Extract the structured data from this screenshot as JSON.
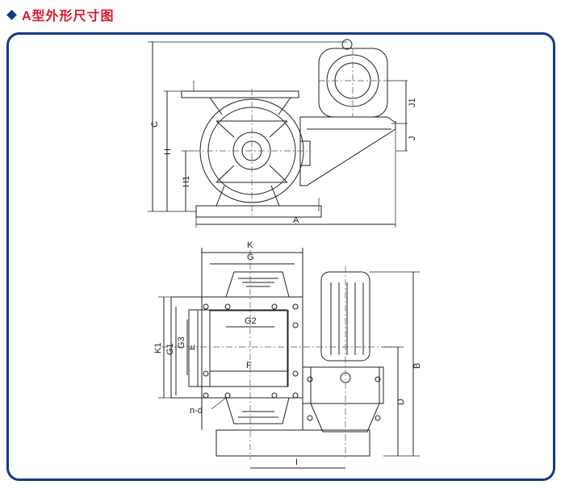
{
  "header": {
    "title": "A型外形尺寸图"
  },
  "dimensions": {
    "top_view": {
      "C": "C",
      "H": "H",
      "H1": "H1",
      "J1": "J1",
      "J": "J",
      "A": "A"
    },
    "bottom_view": {
      "K": "K",
      "G": "G",
      "G2": "G2",
      "F": "F",
      "K1": "K1",
      "G1": "G1",
      "G3": "G3",
      "E": "E",
      "nd": "n-d",
      "B": "B",
      "D": "D",
      "I": "I"
    }
  },
  "colors": {
    "frame": "#123b86",
    "title": "#d8192a",
    "diamond": "#0f3a8c",
    "line": "#222222"
  }
}
